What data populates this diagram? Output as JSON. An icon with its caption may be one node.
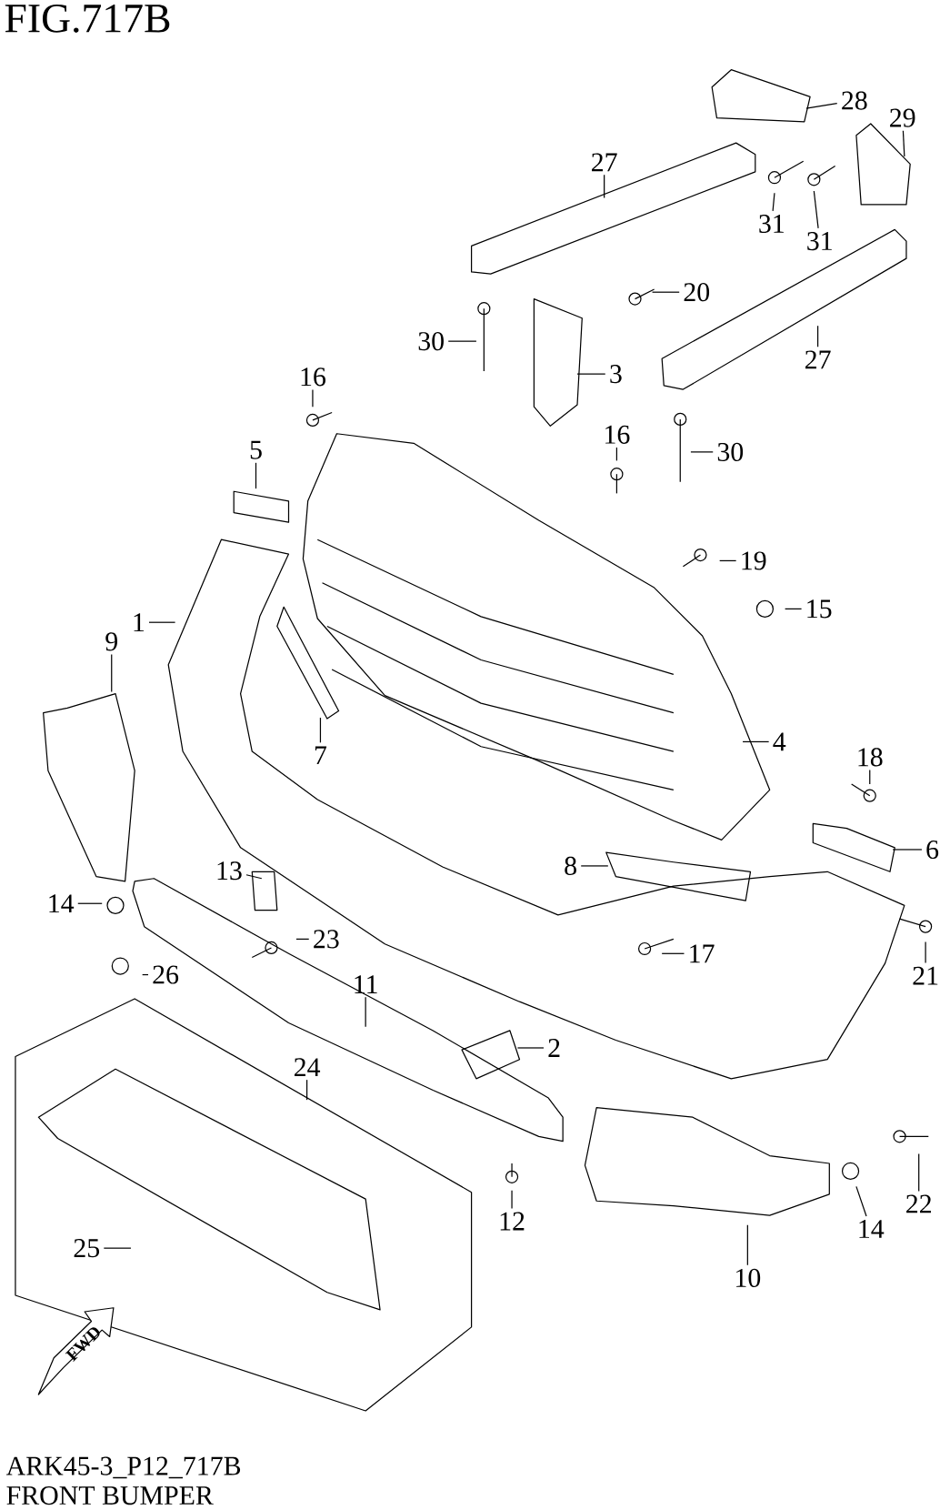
{
  "diagram": {
    "title": "FIG.717B",
    "caption": "FRONT BUMPER",
    "nodes": [
      {
        "text": [
          "28"
        ]
      },
      {
        "text": [
          "29"
        ]
      },
      {
        "text": [
          "27"
        ]
      },
      {
        "text": [
          "31"
        ]
      },
      {
        "text": [
          "31"
        ]
      },
      {
        "text": [
          "20"
        ]
      },
      {
        "text": [
          "30"
        ]
      },
      {
        "text": [
          "3"
        ]
      },
      {
        "text": [
          "27"
        ]
      },
      {
        "text": [
          "16"
        ]
      },
      {
        "text": [
          "16"
        ]
      },
      {
        "text": [
          "30"
        ]
      },
      {
        "text": [
          "5"
        ]
      },
      {
        "text": [
          "19"
        ]
      },
      {
        "text": [
          "15"
        ]
      },
      {
        "text": [
          "1"
        ]
      },
      {
        "text": [
          "9"
        ]
      },
      {
        "text": [
          "4"
        ]
      },
      {
        "text": [
          "7"
        ]
      },
      {
        "text": [
          "18"
        ]
      },
      {
        "text": [
          "6"
        ]
      },
      {
        "text": [
          "8"
        ]
      },
      {
        "text": [
          "13"
        ]
      },
      {
        "text": [
          "14"
        ]
      },
      {
        "text": [
          "23"
        ]
      },
      {
        "text": [
          "17"
        ]
      },
      {
        "text": [
          "21"
        ]
      },
      {
        "text": [
          "26"
        ]
      },
      {
        "text": [
          "11"
        ]
      },
      {
        "text": [
          "2"
        ]
      },
      {
        "text": [
          "24"
        ]
      },
      {
        "text": [
          "22"
        ]
      },
      {
        "text": [
          "14"
        ]
      },
      {
        "text": [
          "12"
        ]
      },
      {
        "text": [
          "25"
        ]
      },
      {
        "text": [
          "10"
        ]
      }
    ],
    "edges": [
      {
        "from": 0,
        "to": null,
        "arrow": "none"
      },
      {
        "from": 1,
        "to": null,
        "arrow": "none"
      },
      {
        "from": 2,
        "to": null,
        "arrow": "none"
      },
      {
        "from": 3,
        "to": null,
        "arrow": "none"
      },
      {
        "from": 4,
        "to": null,
        "arrow": "none"
      },
      {
        "from": 5,
        "to": null,
        "arrow": "none"
      },
      {
        "from": 6,
        "to": null,
        "arrow": "none"
      },
      {
        "from": 7,
        "to": null,
        "arrow": "none"
      },
      {
        "from": 8,
        "to": null,
        "arrow": "none"
      },
      {
        "from": 9,
        "to": null,
        "arrow": "none"
      },
      {
        "from": 10,
        "to": null,
        "arrow": "none"
      },
      {
        "from": 11,
        "to": null,
        "arrow": "none"
      },
      {
        "from": 12,
        "to": null,
        "arrow": "none"
      },
      {
        "from": 13,
        "to": null,
        "arrow": "none"
      },
      {
        "from": 14,
        "to": null,
        "arrow": "none"
      },
      {
        "from": 15,
        "to": null,
        "arrow": "none"
      },
      {
        "from": 16,
        "to": null,
        "arrow": "none"
      },
      {
        "from": 17,
        "to": null,
        "arrow": "none"
      },
      {
        "from": 18,
        "to": null,
        "arrow": "none"
      },
      {
        "from": 19,
        "to": null,
        "arrow": "none"
      },
      {
        "from": 20,
        "to": null,
        "arrow": "none"
      },
      {
        "from": 21,
        "to": null,
        "arrow": "none"
      },
      {
        "from": 22,
        "to": null,
        "arrow": "none"
      },
      {
        "from": 23,
        "to": null,
        "arrow": "none"
      },
      {
        "from": 24,
        "to": null,
        "arrow": "none"
      },
      {
        "from": 25,
        "to": null,
        "arrow": "none"
      },
      {
        "from": 26,
        "to": null,
        "arrow": "none"
      },
      {
        "from": 27,
        "to": null,
        "arrow": "none"
      },
      {
        "from": 28,
        "to": null,
        "arrow": "none"
      },
      {
        "from": 29,
        "to": null,
        "arrow": "none"
      },
      {
        "from": 30,
        "to": null,
        "arrow": "none"
      },
      {
        "from": 31,
        "to": null,
        "arrow": "none"
      },
      {
        "from": 32,
        "to": null,
        "arrow": "none"
      },
      {
        "from": 33,
        "to": null,
        "arrow": "none"
      },
      {
        "from": 34,
        "to": null,
        "arrow": "none"
      },
      {
        "from": 35,
        "to": null,
        "arrow": "none"
      }
    ],
    "labels": [
      "FWD",
      "ARK45-3_P12_717B"
    ]
  }
}
